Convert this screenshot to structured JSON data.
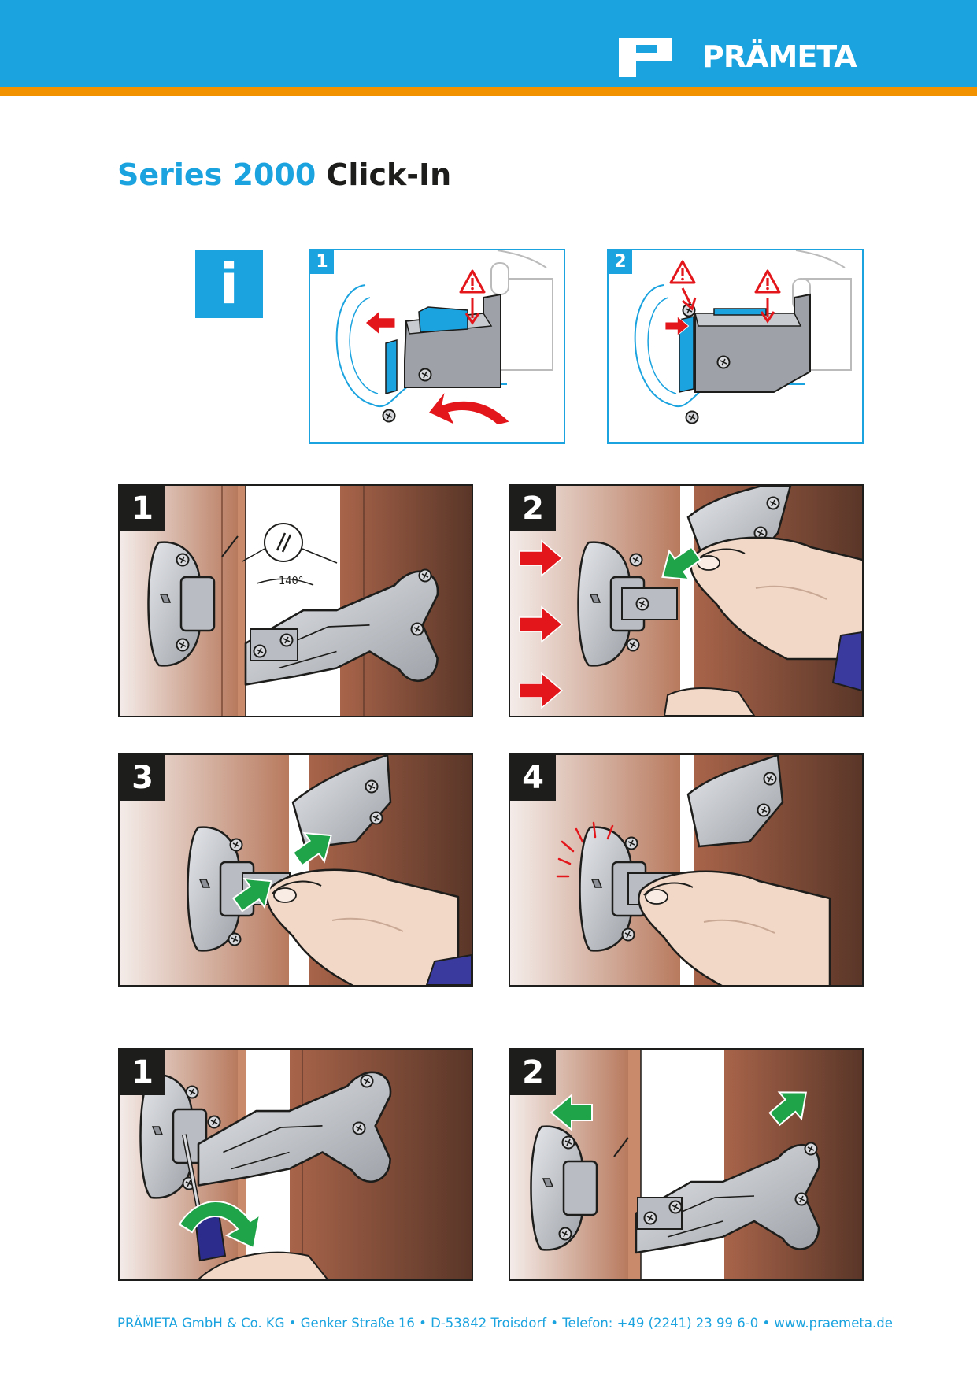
{
  "header": {
    "brand": "PRÄMETA",
    "colors": {
      "brand_blue": "#1aa3df",
      "accent_orange": "#f39200"
    }
  },
  "title": {
    "series": "Series 2000",
    "product": "Click-In"
  },
  "info": {
    "badge": "i",
    "steps": [
      {
        "label": "1"
      },
      {
        "label": "2"
      }
    ]
  },
  "mounting": {
    "steps": [
      {
        "label": "1"
      },
      {
        "label": "2"
      },
      {
        "label": "3"
      },
      {
        "label": "4"
      }
    ],
    "angle_label": "140°"
  },
  "removal": {
    "steps": [
      {
        "label": "1"
      },
      {
        "label": "2"
      }
    ]
  },
  "footer": {
    "text": "PRÄMETA GmbH & Co. KG • Genker Straße 16 • D-53842 Troisdorf • Telefon: +49 (2241) 23 99 6-0 • www.praemeta.de"
  }
}
